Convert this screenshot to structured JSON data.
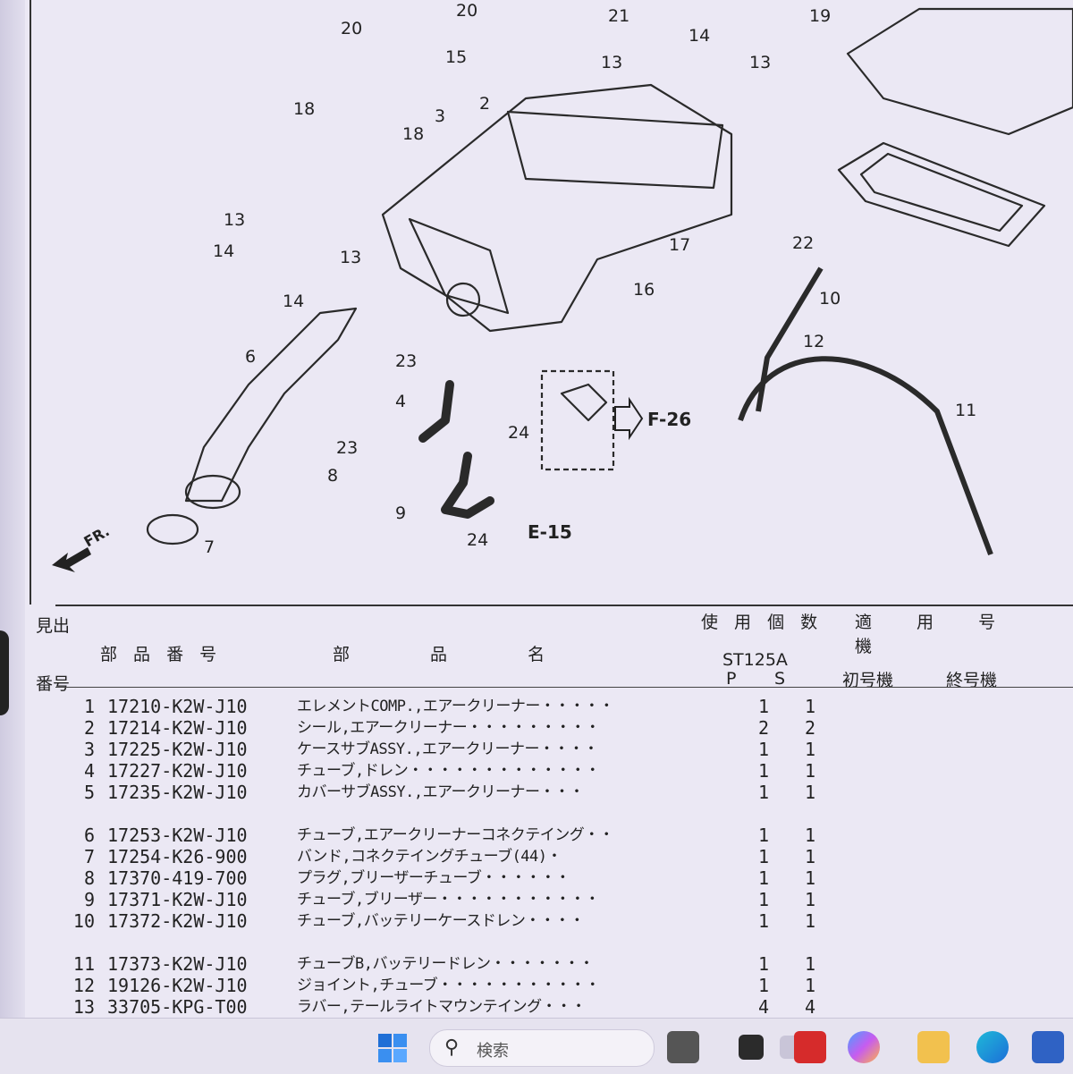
{
  "diagram": {
    "callouts": [
      "20",
      "20",
      "15",
      "21",
      "14",
      "13",
      "13",
      "19",
      "18",
      "18",
      "3",
      "2",
      "13",
      "14",
      "13",
      "14",
      "17",
      "16",
      "22",
      "10",
      "6",
      "23",
      "4",
      "12",
      "24",
      "23",
      "8",
      "9",
      "24",
      "7",
      "11"
    ],
    "refs": {
      "f26": "F-26",
      "e15": "E-15",
      "fr": "FR."
    }
  },
  "table": {
    "header": {
      "midashi": "見出",
      "bango": "番号",
      "part_number": "部 品 番 号",
      "part_name": "部 品 名",
      "usage_count": "使 用 個 数",
      "applicable_number": "適 用 号 機",
      "model": "ST125A",
      "col_p": "P",
      "col_s": "S",
      "first_unit": "初号機",
      "last_unit": "終号機"
    },
    "rows": [
      {
        "no": "1",
        "pn": "17210-K2W-J10",
        "name": "エレメントCOMP.,エアークリーナー・・・・・",
        "p": "1",
        "s": "1"
      },
      {
        "no": "2",
        "pn": "17214-K2W-J10",
        "name": "シール,エアークリーナー・・・・・・・・・",
        "p": "2",
        "s": "2"
      },
      {
        "no": "3",
        "pn": "17225-K2W-J10",
        "name": "ケースサブASSY.,エアークリーナー・・・・",
        "p": "1",
        "s": "1"
      },
      {
        "no": "4",
        "pn": "17227-K2W-J10",
        "name": "チューブ,ドレン・・・・・・・・・・・・・",
        "p": "1",
        "s": "1"
      },
      {
        "no": "5",
        "pn": "17235-K2W-J10",
        "name": "カバーサブASSY.,エアークリーナー・・・",
        "p": "1",
        "s": "1"
      },
      {
        "no": "6",
        "pn": "17253-K2W-J10",
        "name": "チューブ,エアークリーナーコネクテイング・・",
        "p": "1",
        "s": "1",
        "gap": true
      },
      {
        "no": "7",
        "pn": "17254-K26-900",
        "name": "バンド,コネクテイングチューブ(44)・",
        "p": "1",
        "s": "1"
      },
      {
        "no": "8",
        "pn": "17370-419-700",
        "name": "プラグ,ブリーザーチューブ・・・・・・",
        "p": "1",
        "s": "1"
      },
      {
        "no": "9",
        "pn": "17371-K2W-J10",
        "name": "チューブ,ブリーザー・・・・・・・・・・・",
        "p": "1",
        "s": "1"
      },
      {
        "no": "10",
        "pn": "17372-K2W-J10",
        "name": "チューブ,バッテリーケースドレン・・・・",
        "p": "1",
        "s": "1"
      },
      {
        "no": "11",
        "pn": "17373-K2W-J10",
        "name": "チューブB,バッテリードレン・・・・・・・",
        "p": "1",
        "s": "1",
        "gap": true
      },
      {
        "no": "12",
        "pn": "19126-K2W-J10",
        "name": "ジョイント,チューブ・・・・・・・・・・・",
        "p": "1",
        "s": "1"
      },
      {
        "no": "13",
        "pn": "33705-KPG-T00",
        "name": "ラバー,テールライトマウンテイング・・・",
        "p": "4",
        "s": "4"
      }
    ]
  },
  "taskbar": {
    "search_placeholder": "検索"
  }
}
